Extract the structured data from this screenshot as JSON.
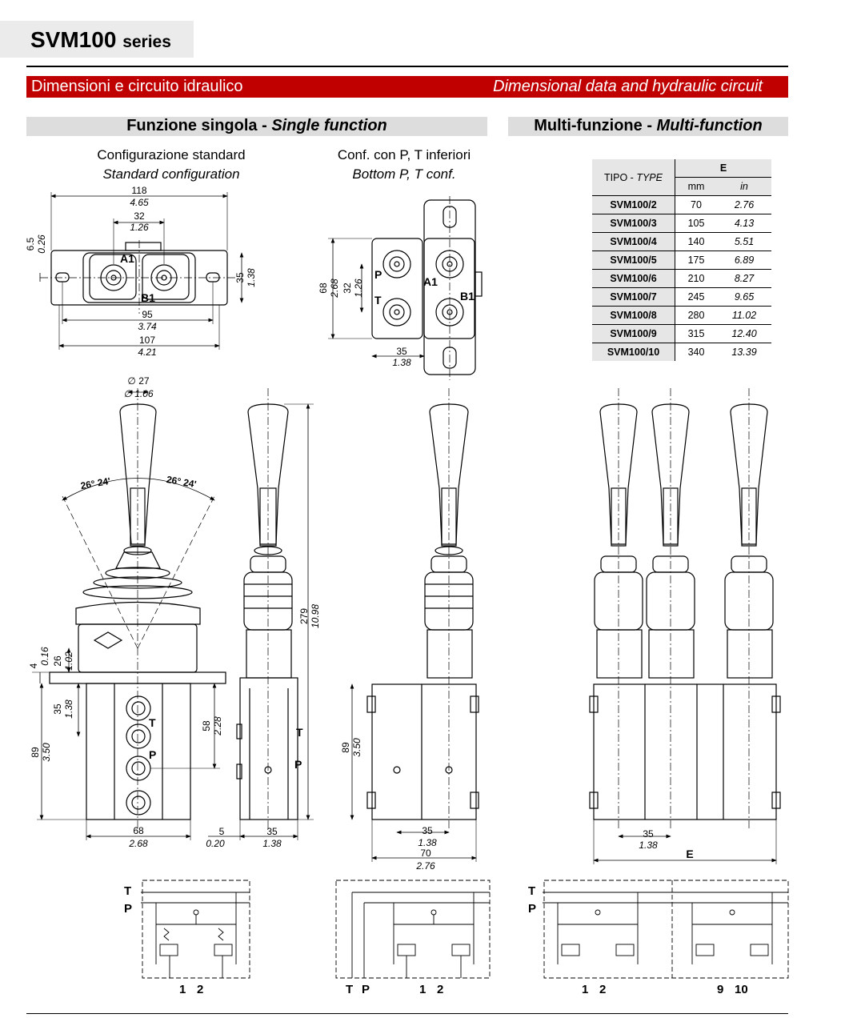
{
  "header": {
    "series_main": "SVM100",
    "series_suffix": "series",
    "section_it": "Dimensioni e circuito idraulico",
    "section_en": "Dimensional data and hydraulic circuit"
  },
  "single": {
    "title_it": "Funzione singola - ",
    "title_en": "Single function",
    "std_it": "Configurazione standard",
    "std_en": "Standard configuration",
    "bot_it": "Conf. con P, T inferiori",
    "bot_en": "Bottom P, T conf."
  },
  "multi": {
    "title_it": "Multi-funzione - ",
    "title_en": "Multi-function"
  },
  "table": {
    "head_tipo": "TIPO - ",
    "head_type": "TYPE",
    "head_e": "E",
    "head_mm": "mm",
    "head_in": "in",
    "rows": [
      {
        "name": "SVM100/2",
        "mm": "70",
        "in": "2.76"
      },
      {
        "name": "SVM100/3",
        "mm": "105",
        "in": "4.13"
      },
      {
        "name": "SVM100/4",
        "mm": "140",
        "in": "5.51"
      },
      {
        "name": "SVM100/5",
        "mm": "175",
        "in": "6.89"
      },
      {
        "name": "SVM100/6",
        "mm": "210",
        "in": "8.27"
      },
      {
        "name": "SVM100/7",
        "mm": "245",
        "in": "9.65"
      },
      {
        "name": "SVM100/8",
        "mm": "280",
        "in": "11.02"
      },
      {
        "name": "SVM100/9",
        "mm": "315",
        "in": "12.40"
      },
      {
        "name": "SVM100/10",
        "mm": "340",
        "in": "13.39"
      }
    ]
  },
  "dims": {
    "d118": "118",
    "d465": "4.65",
    "d32": "32",
    "d126": "1.26",
    "d65": "6.5",
    "d026": "0.26",
    "d35": "35",
    "d138": "1.38",
    "d95": "95",
    "d374": "3.74",
    "d107": "107",
    "d421": "4.21",
    "d68": "68",
    "d268": "2.68",
    "dia27": "∅ 27",
    "dia106": "∅ 1.06",
    "ang": "26° 24'",
    "d4": "4",
    "d016": "0.16",
    "d26": "26",
    "d102": "1.02",
    "d89": "89",
    "d350": "3.50",
    "d58": "58",
    "d228": "2.28",
    "d279": "279",
    "d1098": "10.98",
    "d5": "5",
    "d020": "0.20",
    "d70": "70",
    "d276": "2.76",
    "dE": "E"
  },
  "ports": {
    "a1": "A1",
    "b1": "B1",
    "p": "P",
    "t": "T"
  },
  "circuit": {
    "tp_t": "T",
    "tp_p": "P",
    "n1": "1",
    "n2": "2",
    "n9": "9",
    "n10": "10"
  }
}
